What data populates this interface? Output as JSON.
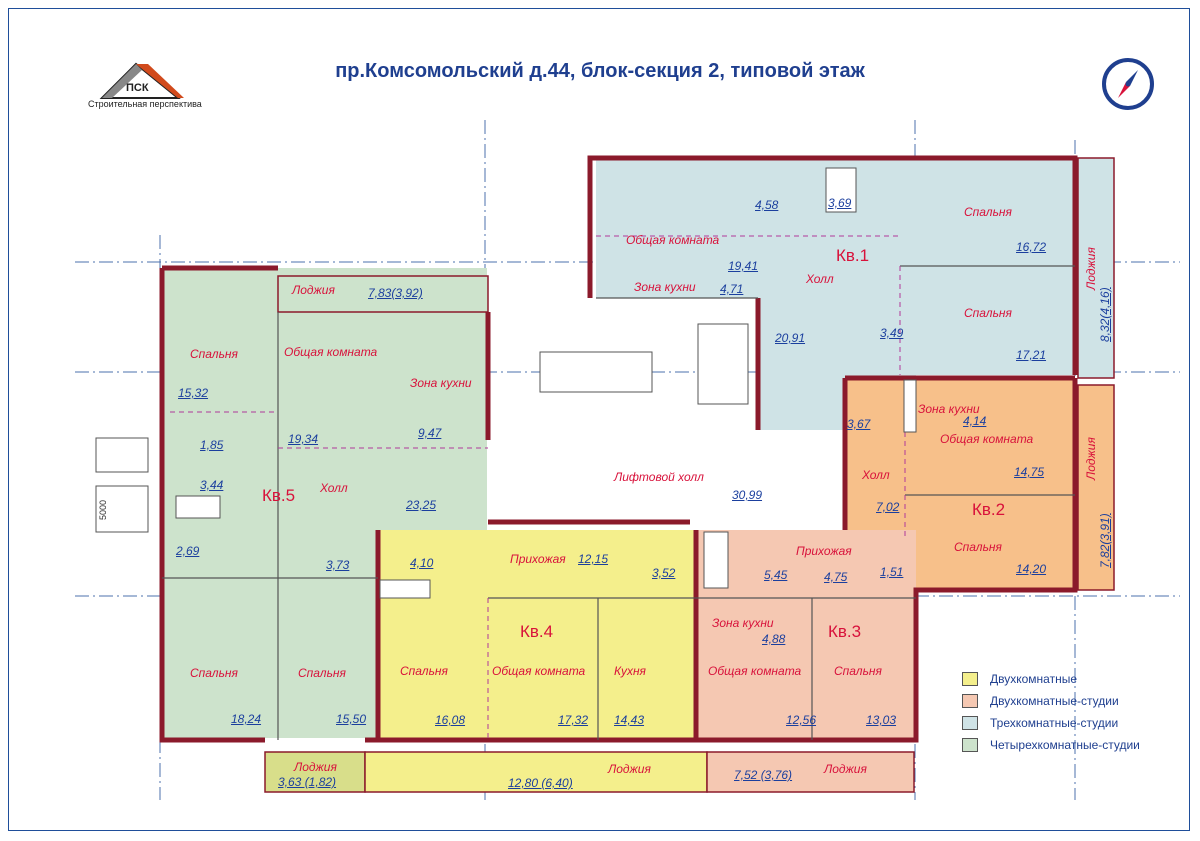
{
  "title": "пр.Комсомольский д.44, блок-секция 2, типовой этаж",
  "logo": {
    "abbr": "ПСК",
    "subtitle": "Строительная перспектива",
    "icon": "house-roof-logo-icon"
  },
  "compass": {
    "icon": "compass-icon"
  },
  "colors": {
    "two_room": "#f4ef8c",
    "two_room_studio": "#f5c8b2",
    "three_room_studio": "#cfe3e6",
    "four_room_studio": "#cde3cc",
    "orange_apt": "#f7c08a",
    "wall": "#8b1a2b",
    "label": "#d8123b",
    "area": "#1b3f9e",
    "loggia_yellow": "#f4ef8c"
  },
  "apartments": {
    "kv1": {
      "name": "Кв.1",
      "rooms": [
        {
          "label": "Общая комната",
          "area": "19,41"
        },
        {
          "label": "Зона кухни",
          "area": "4,71"
        },
        {
          "label": "Холл",
          "area": "20,91"
        },
        {
          "label": "Спальня",
          "area": "16,72"
        },
        {
          "label": "Спальня",
          "area": "17,21"
        },
        {
          "label": "Лоджия",
          "area": "8,32(4,16)"
        }
      ],
      "bath_areas": [
        "4,58",
        "3,69",
        "3,49"
      ]
    },
    "kv2": {
      "name": "Кв.2",
      "rooms": [
        {
          "label": "Зона кухни",
          "area": "4,14"
        },
        {
          "label": "Общая комната",
          "area": "14,75"
        },
        {
          "label": "Холл",
          "area": "7,02"
        },
        {
          "label": "Спальня",
          "area": "14,20"
        },
        {
          "label": "Лоджия",
          "area": "7,82(3,91)"
        }
      ],
      "bath_areas": [
        "3,67",
        "1,51"
      ]
    },
    "kv3": {
      "name": "Кв.3",
      "rooms": [
        {
          "label": "Прихожая",
          "area": "4,75"
        },
        {
          "label": "Зона кухни",
          "area": "4,88"
        },
        {
          "label": "Общая комната",
          "area": "12,56"
        },
        {
          "label": "Спальня",
          "area": "13,03"
        },
        {
          "label": "Лоджия",
          "area": "7,52 (3,76)"
        }
      ],
      "bath_areas": [
        "5,45"
      ]
    },
    "kv4": {
      "name": "Кв.4",
      "rooms": [
        {
          "label": "Прихожая",
          "area": "12,15"
        },
        {
          "label": "Спальня",
          "area": "16,08"
        },
        {
          "label": "Общая комната",
          "area": "17,32"
        },
        {
          "label": "Кухня",
          "area": "14,43"
        },
        {
          "label": "Лоджия",
          "area": "12,80 (6,40)"
        }
      ],
      "bath_areas": [
        "4,10",
        "3,52"
      ]
    },
    "kv5": {
      "name": "Кв.5",
      "rooms": [
        {
          "label": "Лоджия",
          "area": "7,83(3,92)"
        },
        {
          "label": "Спальня",
          "area": "15,32"
        },
        {
          "label": "Общая комната",
          "area": "19,34"
        },
        {
          "label": "Зона кухни",
          "area": "9,47"
        },
        {
          "label": "Холл",
          "area": "23,25"
        },
        {
          "label": "Спальня",
          "area": "18,24"
        },
        {
          "label": "Спальня",
          "area": "15,50"
        },
        {
          "label": "Лоджия",
          "area": "3,63 (1,82)"
        }
      ],
      "bath_areas": [
        "1,85",
        "3,44",
        "2,69",
        "3,73"
      ]
    }
  },
  "common": {
    "elevator_hall": "Лифтовой холл",
    "elevator_hall_area": "30,99"
  },
  "dimension_label": "5000",
  "legend": [
    {
      "label": "Двухкомнатные",
      "color": "#f4ef8c"
    },
    {
      "label": "Двухкомнатные-студии",
      "color": "#f5c8b2"
    },
    {
      "label": "Трехкомнатные-студии",
      "color": "#cfe3e6"
    },
    {
      "label": "Четырехкомнатные-студии",
      "color": "#cde3cc"
    }
  ]
}
